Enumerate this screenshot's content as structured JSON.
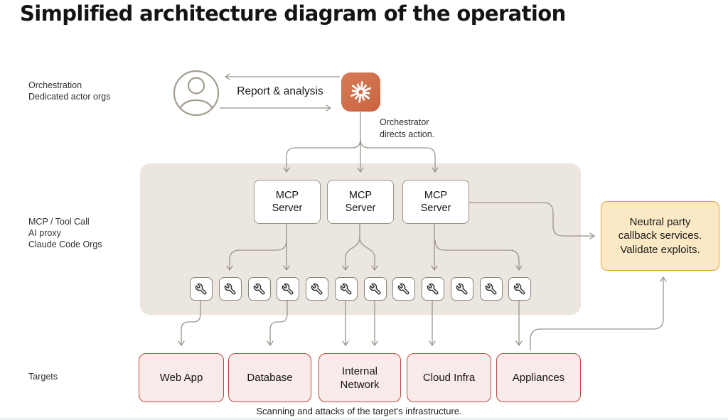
{
  "title": "Simplified architecture diagram of the operation",
  "side_labels": {
    "orchestration": {
      "line1": "Orchestration",
      "line2": "Dedicated actor orgs"
    },
    "mcp_layer": {
      "line1": "MCP / Tool Call",
      "line2": "AI proxy",
      "line3": "Claude Code Orgs"
    },
    "targets": "Targets"
  },
  "orchestration": {
    "report_label": "Report & analysis",
    "orchestrator_note": {
      "line1": "Orchestrator",
      "line2": "directs action."
    },
    "actor_icon": "person-icon",
    "ai_icon": "claude-starburst-icon"
  },
  "mcp_servers": [
    {
      "label": "MCP Server"
    },
    {
      "label": "MCP Server"
    },
    {
      "label": "MCP Server"
    }
  ],
  "tools": {
    "icon": "wrench-icon",
    "count": 12
  },
  "callback_box": {
    "line1": "Neutral party",
    "line2": "callback services.",
    "line3": "Validate exploits."
  },
  "targets": [
    {
      "label": "Web App"
    },
    {
      "label": "Database"
    },
    {
      "label": "Internal Network"
    },
    {
      "label": "Cloud Infra"
    },
    {
      "label": "Appliances"
    }
  ],
  "caption": "Scanning and attacks of the target's infrastructure.",
  "colors": {
    "claude_orange": "#CB6B4F",
    "callback_fill": "#FBE8C4",
    "callback_border": "#E2A23E",
    "target_fill": "#F8EBE9",
    "target_border": "#C04A3D",
    "panel_fill": "#ECE6E0",
    "connector_gray": "#9B948A"
  }
}
